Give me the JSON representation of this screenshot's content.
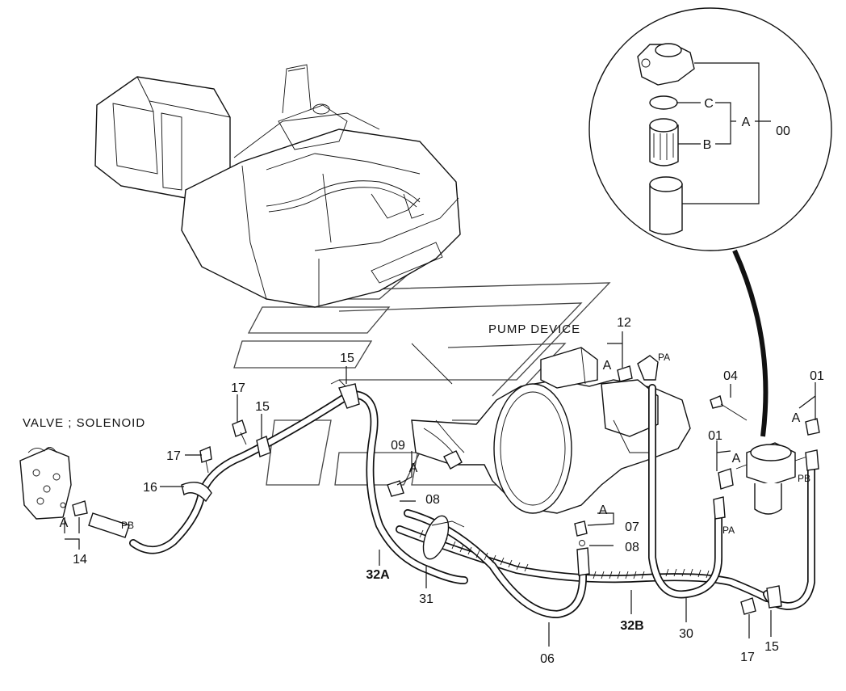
{
  "diagram": {
    "captions": {
      "valve_solenoid": "VALVE ; SOLENOID",
      "pump_device": "PUMP DEVICE"
    },
    "detail_labels": {
      "c": "C",
      "b": "B",
      "a": "A",
      "assembly": "00"
    },
    "ports": {
      "pa_top": "PA",
      "pb_left": "PB",
      "pb_right": "PB",
      "pa_right": "PA"
    },
    "callouts": {
      "c15_top": "15",
      "c17_left": "17",
      "c15_left": "15",
      "c17_mid": "17",
      "c16": "16",
      "c14": "14",
      "a_valve": "A",
      "c12": "12",
      "a_pump": "A",
      "c09": "09",
      "a_09": "A",
      "c08_upper": "08",
      "a_07": "A",
      "c07": "07",
      "c08_lower": "08",
      "c04": "04",
      "c01_right": "01",
      "a_01_right": "A",
      "c01_mid": "01",
      "a_01_mid": "A",
      "c32a": "32A",
      "c31": "31",
      "c06": "06",
      "c32b": "32B",
      "c30": "30",
      "c17_bottom": "17",
      "c15_bottom": "15"
    }
  }
}
